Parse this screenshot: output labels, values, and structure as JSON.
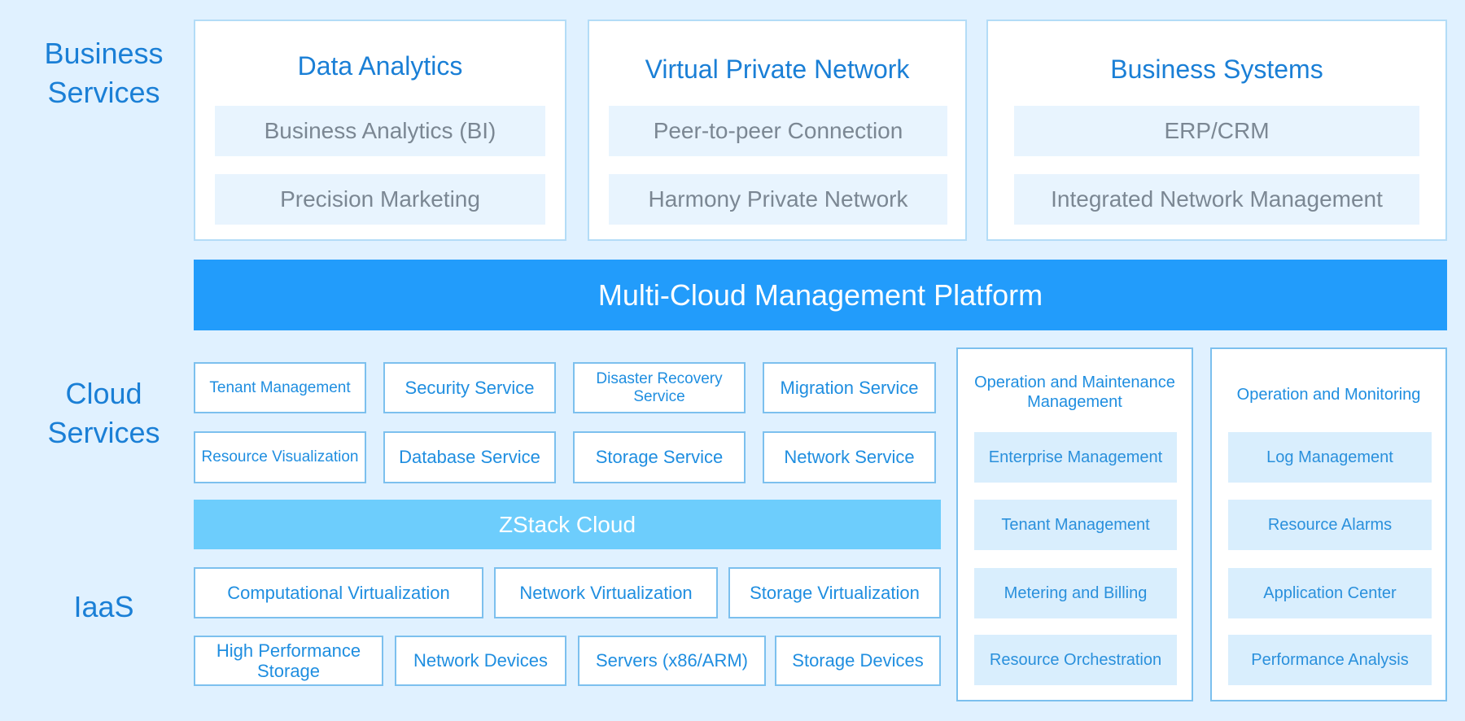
{
  "labels": {
    "business_services": "Business Services",
    "cloud_services": "Cloud Services",
    "iaas": "IaaS"
  },
  "business": {
    "data_analytics": {
      "title": "Data Analytics",
      "items": [
        "Business Analytics (BI)",
        "Precision Marketing"
      ]
    },
    "vpn": {
      "title": "Virtual Private Network",
      "items": [
        "Peer-to-peer Connection",
        "Harmony Private Network"
      ]
    },
    "business_systems": {
      "title": "Business Systems",
      "items": [
        "ERP/CRM",
        "Integrated Network Management"
      ]
    }
  },
  "platform": "Multi-Cloud Management Platform",
  "cloud_services": {
    "row1": [
      "Tenant Management",
      "Security Service",
      "Disaster Recovery Service",
      "Migration Service"
    ],
    "row2": [
      "Resource Visualization",
      "Database Service",
      "Storage Service",
      "Network Service"
    ]
  },
  "zstack": "ZStack Cloud",
  "iaas": {
    "row1": [
      "Computational Virtualization",
      "Network Virtualization",
      "Storage Virtualization"
    ],
    "row2": [
      "High Performance Storage",
      "Network Devices",
      "Servers (x86/ARM)",
      "Storage Devices"
    ]
  },
  "om": {
    "title": "Operation and Maintenance Management",
    "items": [
      "Enterprise Management",
      "Tenant Management",
      "Metering and Billing",
      "Resource Orchestration"
    ]
  },
  "monitoring": {
    "title": "Operation and Monitoring",
    "items": [
      "Log Management",
      "Resource Alarms",
      "Application Center",
      "Performance Analysis"
    ]
  },
  "colors": {
    "background": "#e0f1ff",
    "accent": "#1a7fd6",
    "platform_bar": "#229cfb",
    "zstack_bar": "#6dcdfc",
    "chip": "#e8f4fe",
    "border": "#7cc0ee"
  }
}
